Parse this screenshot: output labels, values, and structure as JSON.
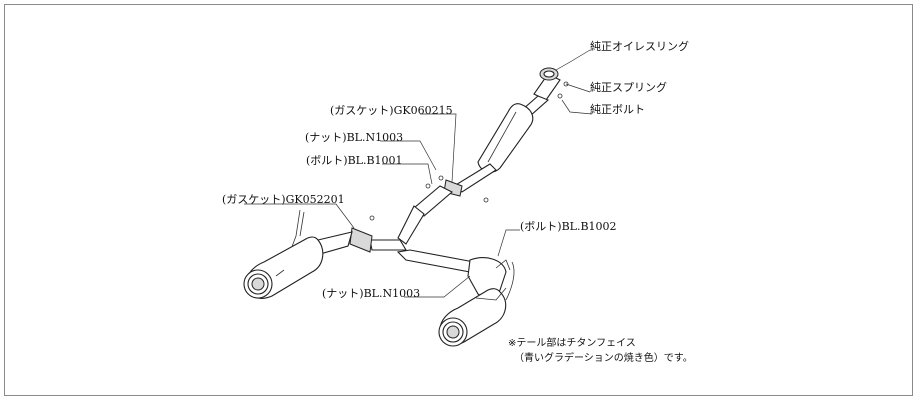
{
  "labels": {
    "oil_ring": "純正オイレスリング",
    "spring": "純正スプリング",
    "bolt_stock": "純正ボルト",
    "gasket_gk060215": "(ガスケット)GK060215",
    "nut_bl_n1003_top": "(ナット)BL.N1003",
    "bolt_bl_b1001": "(ボルト)BL.B1001",
    "gasket_gk052201": "(ガスケット)GK052201",
    "bolt_bl_b1002": "(ボルト)BL.B1002",
    "nut_bl_n1003_bottom": "(ナット)BL.N1003"
  },
  "note": {
    "line1": "※テール部はチタンフェイス",
    "line2": "（青いグラデーションの焼き色）です。"
  }
}
